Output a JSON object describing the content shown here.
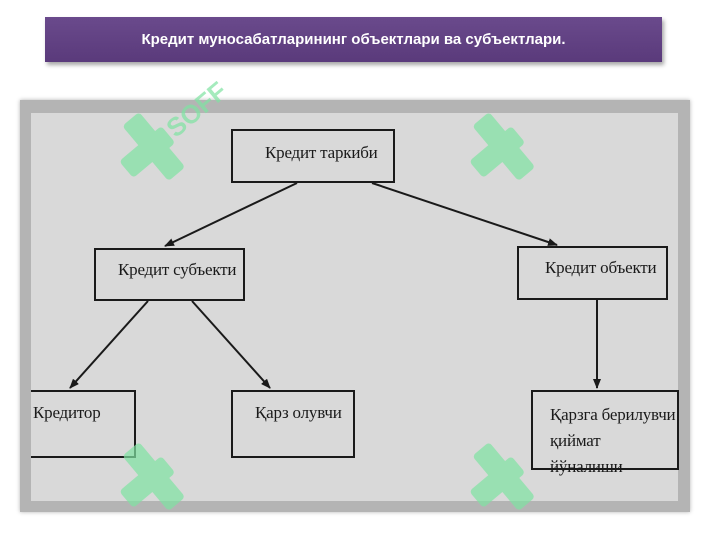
{
  "title": "Кредит муносабатларининг объектлари ва субъектлари.",
  "diagram": {
    "nodes": {
      "root": "Кредит таркиби",
      "subject": "Кредит субъекти",
      "object": "Кредит объекти",
      "creditor": "Кредитор",
      "borrower": "Қарз олувчи",
      "purpose_line1": "Қарзга берилувчи",
      "purpose_line2": "қиймат йўналиши"
    },
    "edges": [
      {
        "from": "root",
        "to": "subject"
      },
      {
        "from": "root",
        "to": "object"
      },
      {
        "from": "subject",
        "to": "creditor"
      },
      {
        "from": "subject",
        "to": "borrower"
      },
      {
        "from": "object",
        "to": "purpose"
      }
    ]
  },
  "watermark": {
    "text": "SOFF",
    "color": "#7fe3a2"
  },
  "colors": {
    "title_bar": "#5f3f80",
    "frame": "#b4b4b4",
    "panel": "#d9d9d9"
  }
}
